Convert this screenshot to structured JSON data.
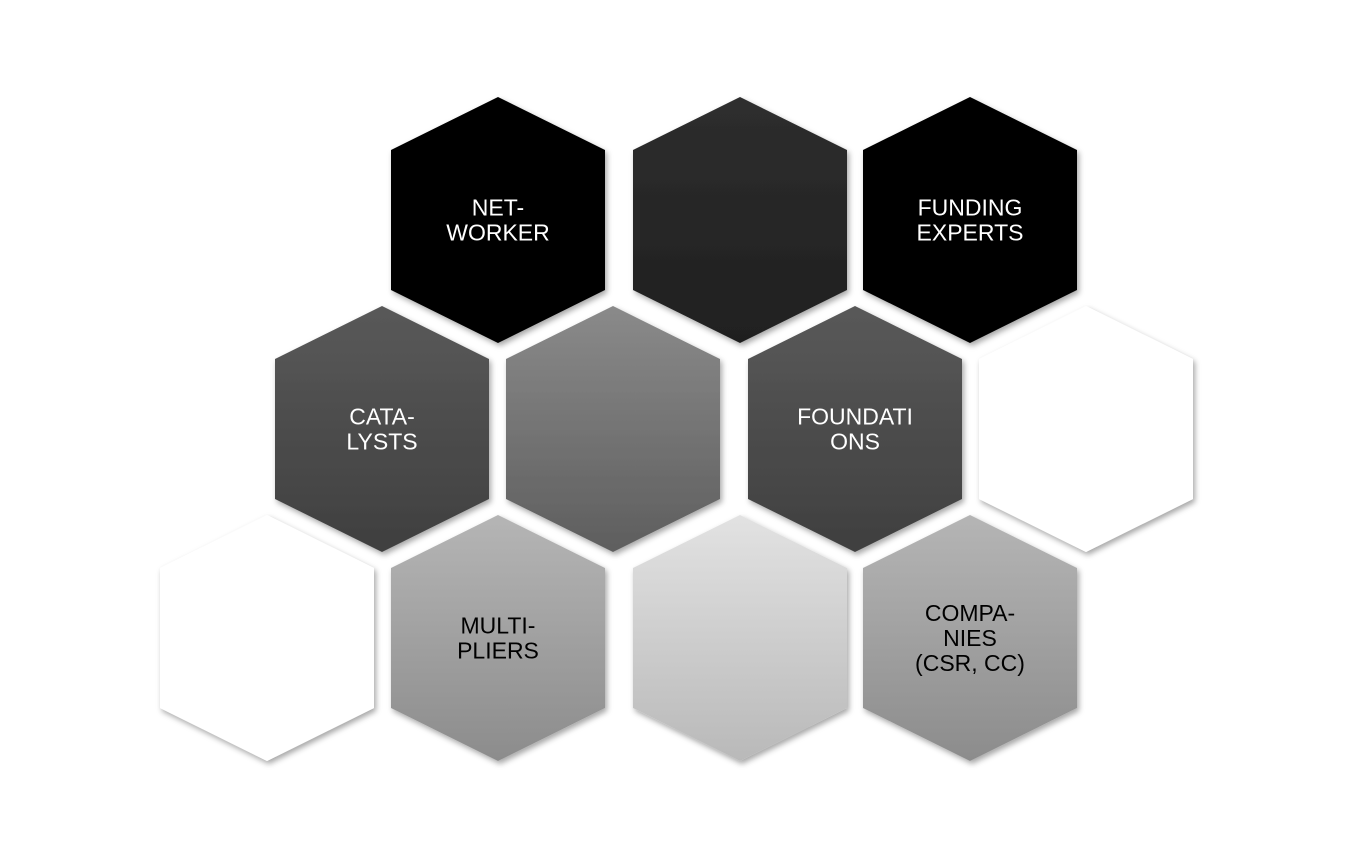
{
  "hexagons": [
    {
      "id": "networker",
      "lines": [
        "NET-",
        "WORKER"
      ],
      "fill": "#000000",
      "fill_end": "#000000",
      "text_color": "#ffffff"
    },
    {
      "id": "top-middle",
      "lines": [],
      "fill": "#2e2e2e",
      "fill_end": "#1f1f1f",
      "text_color": "#ffffff"
    },
    {
      "id": "funding-experts",
      "lines": [
        "FUNDING",
        "EXPERTS"
      ],
      "fill": "#000000",
      "fill_end": "#000000",
      "text_color": "#ffffff"
    },
    {
      "id": "catalysts",
      "lines": [
        "CATA-",
        "LYSTS"
      ],
      "fill": "#595959",
      "fill_end": "#3f3f3f",
      "text_color": "#ffffff"
    },
    {
      "id": "mid-gray",
      "lines": [],
      "fill": "#8a8a8a",
      "fill_end": "#5e5e5e",
      "text_color": "#ffffff"
    },
    {
      "id": "foundations",
      "lines": [
        "FOUNDATI",
        "ONS"
      ],
      "fill": "#595959",
      "fill_end": "#3f3f3f",
      "text_color": "#ffffff"
    },
    {
      "id": "right-white",
      "lines": [],
      "fill": "#ffffff",
      "fill_end": "#ffffff",
      "text_color": "#000000"
    },
    {
      "id": "left-white",
      "lines": [],
      "fill": "#ffffff",
      "fill_end": "#ffffff",
      "text_color": "#000000"
    },
    {
      "id": "multipliers",
      "lines": [
        "MULTI-",
        "PLIERS"
      ],
      "fill": "#b5b5b5",
      "fill_end": "#8c8c8c",
      "text_color": "#000000"
    },
    {
      "id": "light-gray",
      "lines": [],
      "fill": "#e2e2e2",
      "fill_end": "#b9b9b9",
      "text_color": "#000000"
    },
    {
      "id": "companies",
      "lines": [
        "COMPA-",
        "NIES",
        "(CSR, CC)"
      ],
      "fill": "#b5b5b5",
      "fill_end": "#8c8c8c",
      "text_color": "#000000"
    }
  ]
}
